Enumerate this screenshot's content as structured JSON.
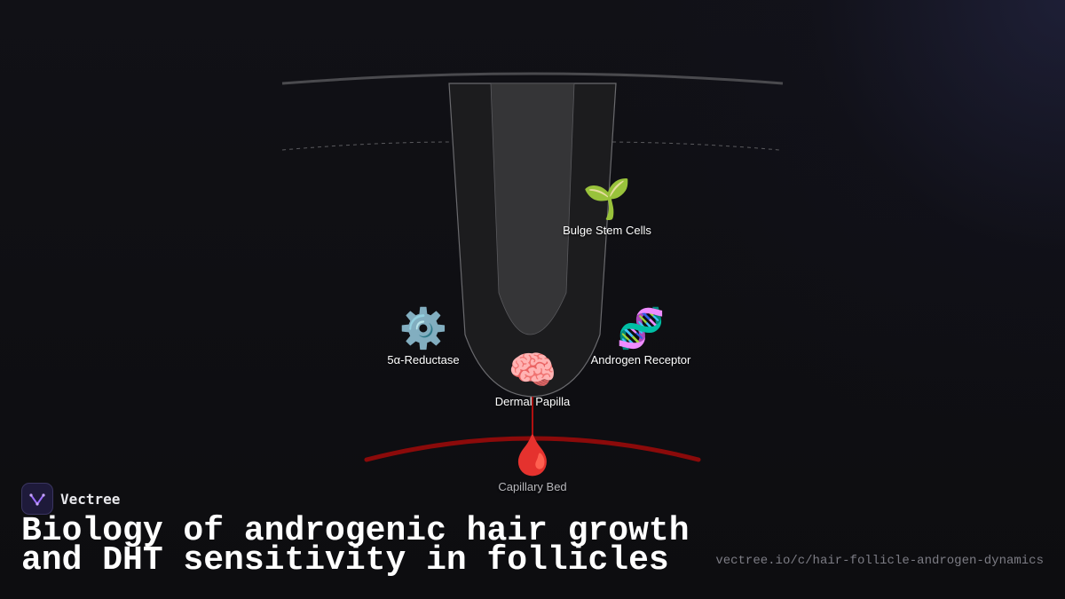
{
  "diagram": {
    "nodes": {
      "bulge": {
        "icon": "🌱",
        "label": "Bulge Stem Cells"
      },
      "reductase": {
        "icon": "⚙️",
        "label": "5α-Reductase"
      },
      "receptor": {
        "icon": "🧬",
        "label": "Androgen Receptor"
      },
      "papilla": {
        "icon": "🧠",
        "label": "Dermal Papilla"
      },
      "capillary": {
        "icon": "🩸",
        "label": "Capillary Bed"
      }
    },
    "colors": {
      "skin_line": "#4a4a4e",
      "follicle_outer": "#1c1c1e",
      "follicle_inner": "#353537",
      "follicle_stroke": "#6a6a6e",
      "blood_vessel": "#8b0a0a",
      "connector": "#b01010"
    }
  },
  "brand": {
    "name": "Vectree",
    "logo_icon": "vectree-logo-icon"
  },
  "title": "Biology of androgenic hair growth and DHT sensitivity in follicles",
  "url": "vectree.io/c/hair-follicle-androgen-dynamics"
}
